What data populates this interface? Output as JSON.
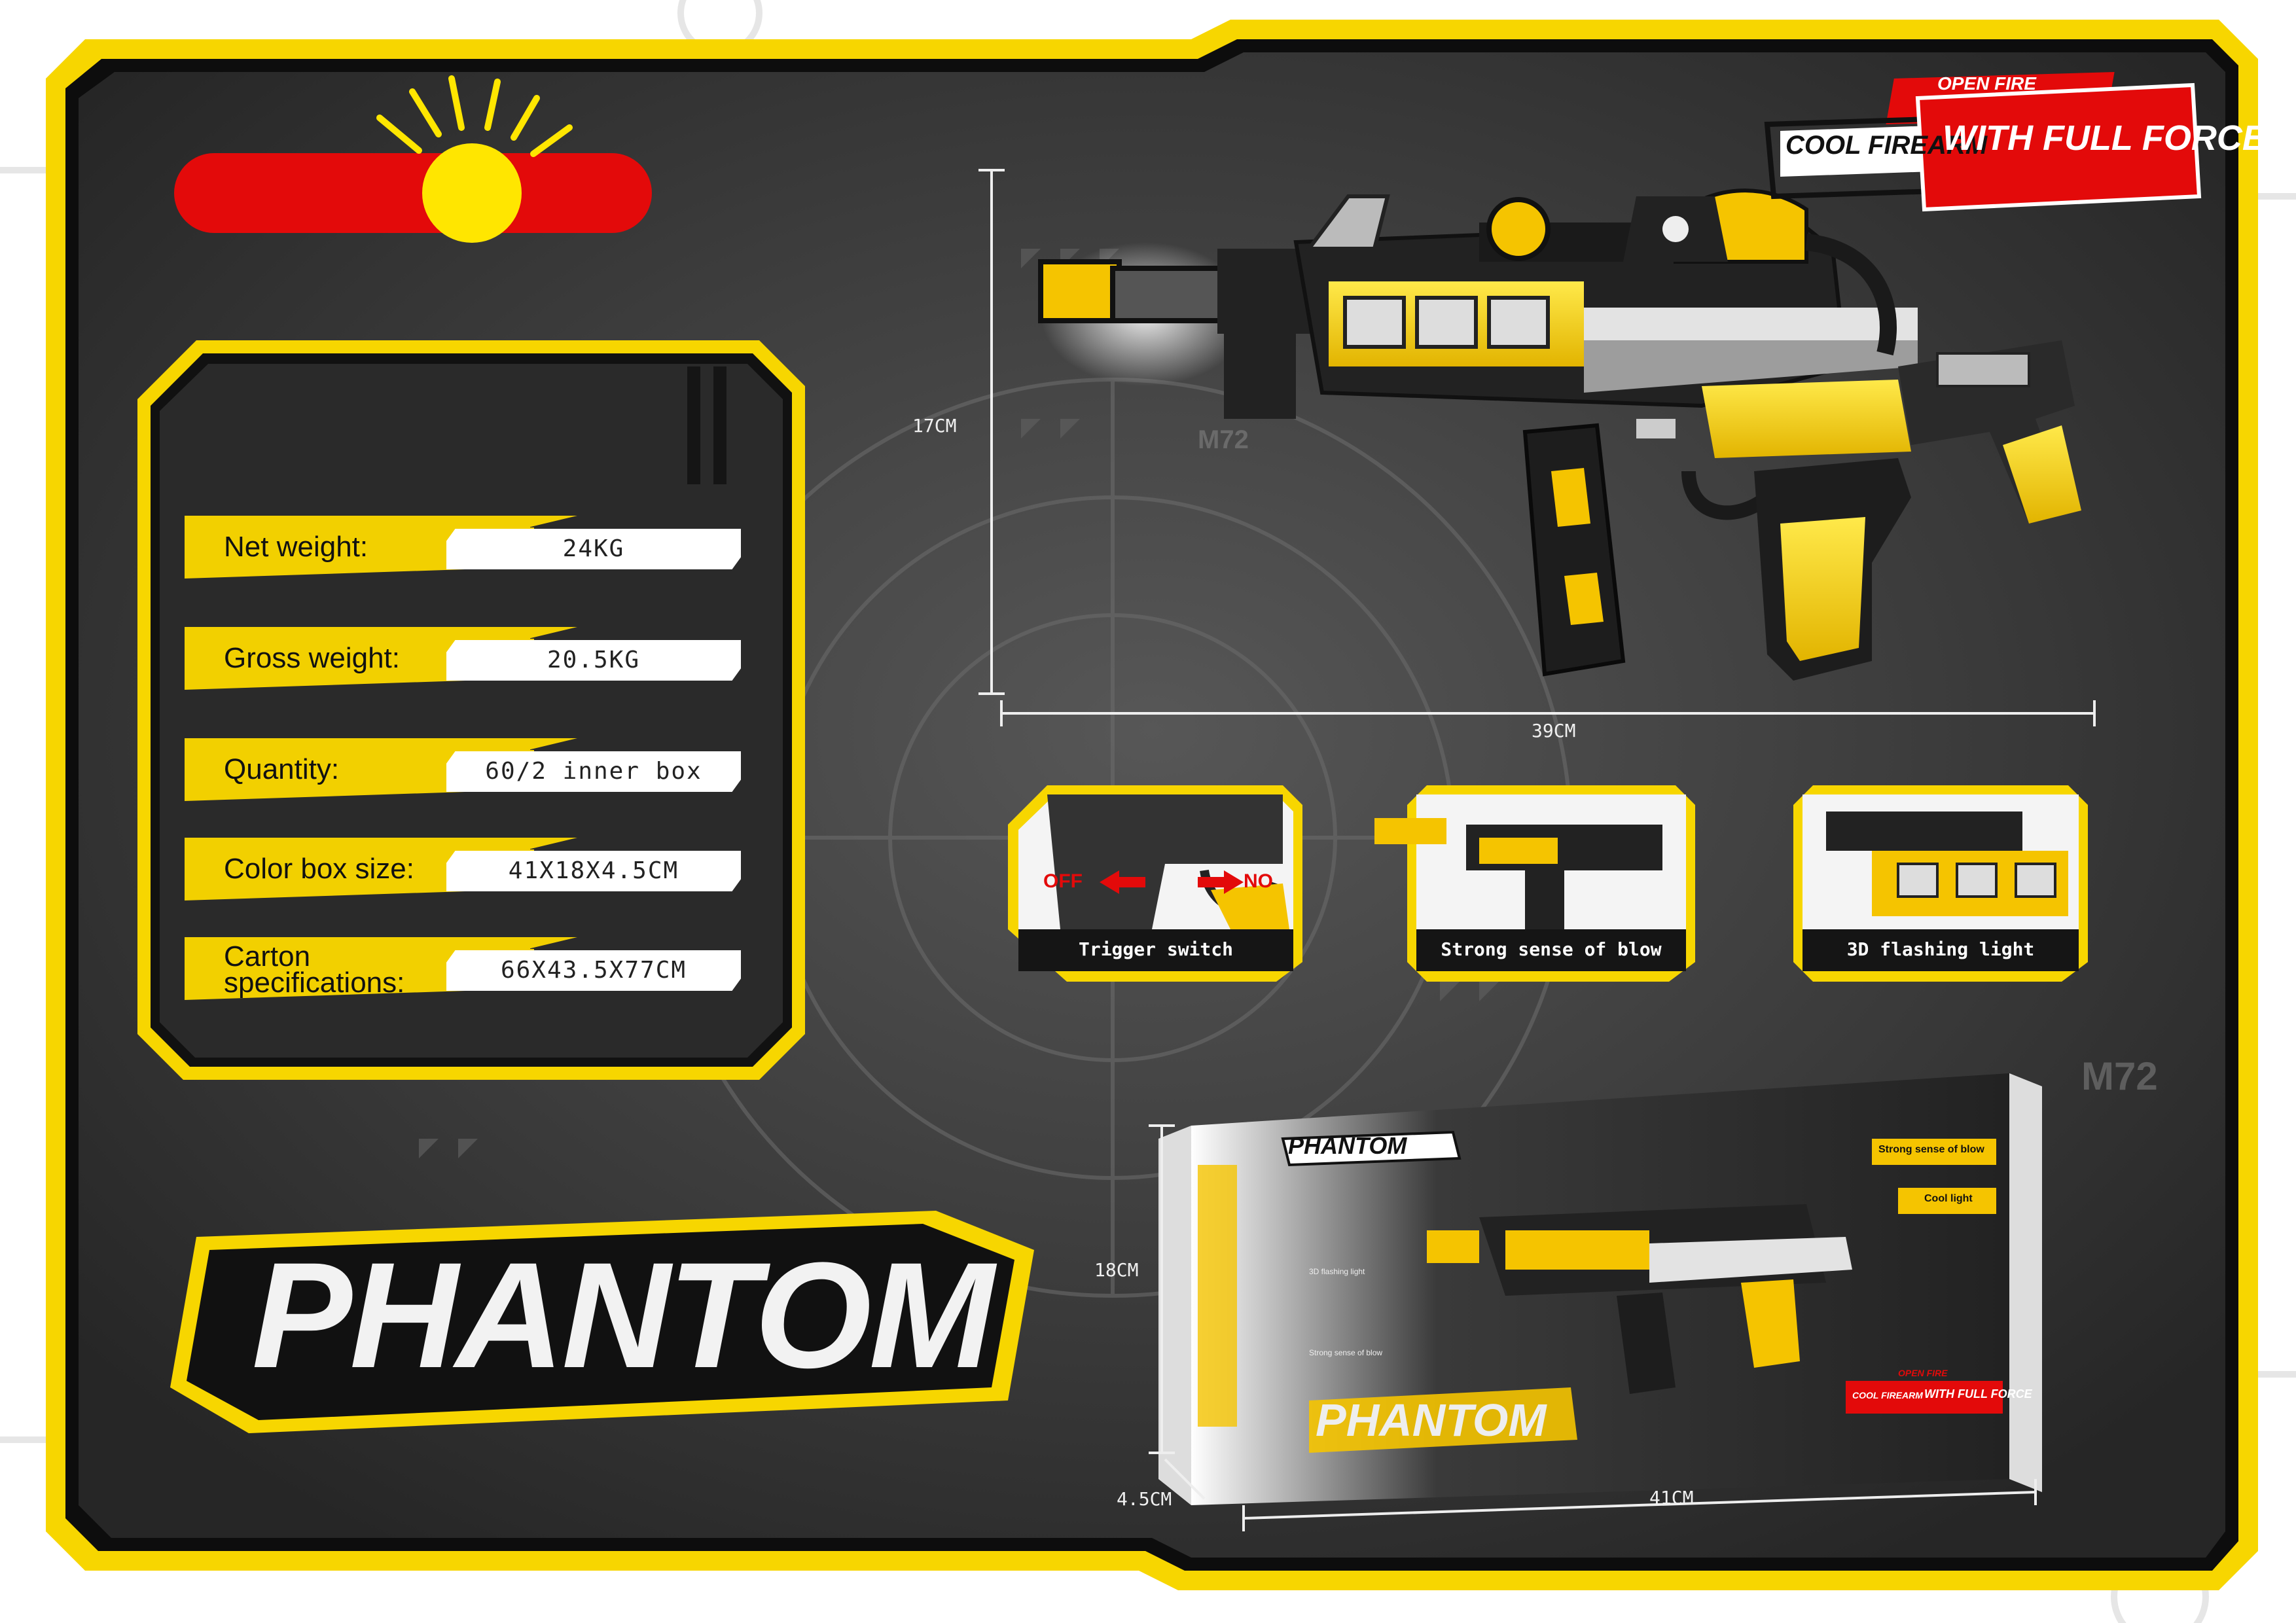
{
  "colors": {
    "yellow": "#f7d600",
    "red": "#e30a0a",
    "dark": "#2a2a2a",
    "black": "#0d0d0d"
  },
  "specs": [
    {
      "label": "Net weight:",
      "value": "24KG"
    },
    {
      "label": "Gross weight:",
      "value": "20.5KG"
    },
    {
      "label": "Quantity:",
      "value": "60/2 inner box"
    },
    {
      "label": "Color box size:",
      "value": "41X18X4.5CM"
    },
    {
      "label": "Carton specifications:",
      "label_line1": "Carton",
      "label_line2": "specifications:",
      "value": "66X43.5X77CM"
    }
  ],
  "slogan": {
    "top": "OPEN FIRE",
    "left": "COOL FIREARM",
    "right": "WITH FULL FORCE"
  },
  "product_dims": {
    "height": "17CM",
    "length": "39CM"
  },
  "background_marks": {
    "model": "M72"
  },
  "features": [
    {
      "caption": "Trigger switch",
      "off": "OFF",
      "on": "NO"
    },
    {
      "caption": "Strong sense of blow"
    },
    {
      "caption": "3D flashing light"
    }
  ],
  "logo": {
    "text": "PHANTOM"
  },
  "box": {
    "height": "18CM",
    "depth": "4.5CM",
    "length": "41CM",
    "logo": "PHANTOM",
    "tag1": "Strong sense of blow",
    "tag2": "Cool light",
    "side1": "3D flashing light",
    "side2": "Strong sense of blow",
    "slogan_top": "OPEN FIRE",
    "slogan_left": "COOL FIREARM",
    "slogan_right": "WITH FULL FORCE"
  }
}
